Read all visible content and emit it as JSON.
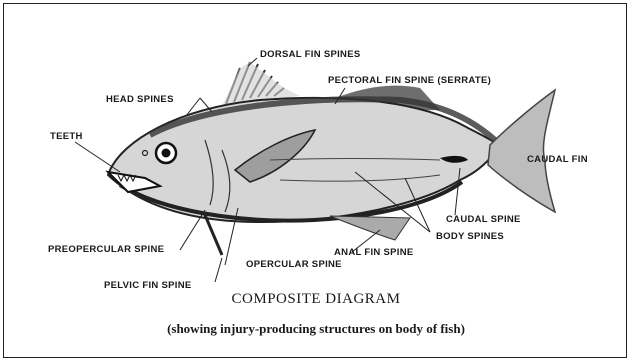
{
  "labels": {
    "dorsal_fin_spines": "DORSAL FIN SPINES",
    "pectoral_fin_spine": "PECTORAL FIN SPINE (SERRATE)",
    "head_spines": "HEAD  SPINES",
    "teeth": "TEETH",
    "caudal_fin": "CAUDAL FIN",
    "caudal_spine": "CAUDAL SPINE",
    "body_spines": "BODY SPINES",
    "preopercular_spine": "PREOPERCULAR  SPINE",
    "anal_fin_spine": "ANAL FIN SPINE",
    "opercular_spine": "OPERCULAR SPINE",
    "pelvic_fin_spine": "PELVIC FIN SPINE"
  },
  "title": "COMPOSITE DIAGRAM",
  "subtitle": "(showing injury-producing structures on body of fish)"
}
